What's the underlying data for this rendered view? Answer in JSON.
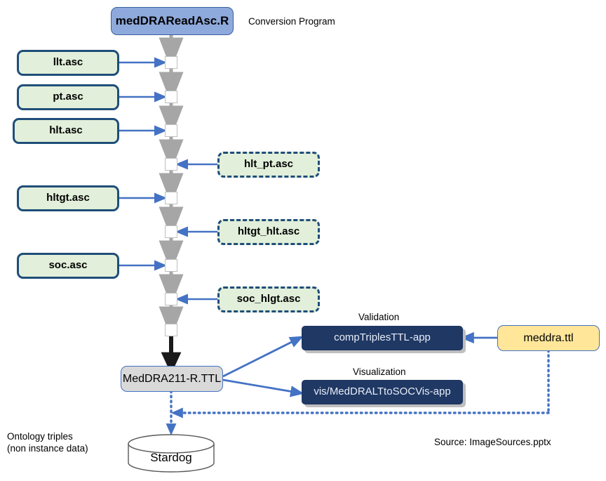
{
  "diagram": {
    "title_label": "Conversion Program",
    "program_box": {
      "label": "medDRAReadAsc.R"
    },
    "source_files": [
      {
        "label": "llt.asc"
      },
      {
        "label": "pt.asc"
      },
      {
        "label": "hlt.asc"
      },
      {
        "label": "hltgt.asc"
      },
      {
        "label": "soc.asc"
      }
    ],
    "relationship_files": [
      {
        "label": "hlt_pt.asc"
      },
      {
        "label": "hltgt_hlt.asc"
      },
      {
        "label": "soc_hlgt.asc"
      }
    ],
    "output_file": {
      "label": "MedDRA211-R.TTL"
    },
    "apps": [
      {
        "caption": "Validation",
        "label": "compTriplesTTL-app"
      },
      {
        "caption": "Visualization",
        "label": "vis/MedDRALTtoSOCVis-app"
      }
    ],
    "input_ontology": {
      "label": "meddra.ttl"
    },
    "database": {
      "label": "Stardog"
    },
    "notes": {
      "ontology_note_line1": "Ontology triples",
      "ontology_note_line2": "(non instance data)",
      "source_note": "Source: ImageSources.pptx"
    },
    "colors": {
      "program_fill": "#8EA9DB",
      "asc_fill": "#E2EFDA",
      "asc_border": "#1F4E79",
      "output_fill": "#D9D9D9",
      "app_fill": "#1F3864",
      "input_fill": "#FFE699",
      "arrow_blue": "#4472C4",
      "pipeline_gray": "#A6A6A6",
      "shadow_gray": "#BFBFBF"
    }
  }
}
